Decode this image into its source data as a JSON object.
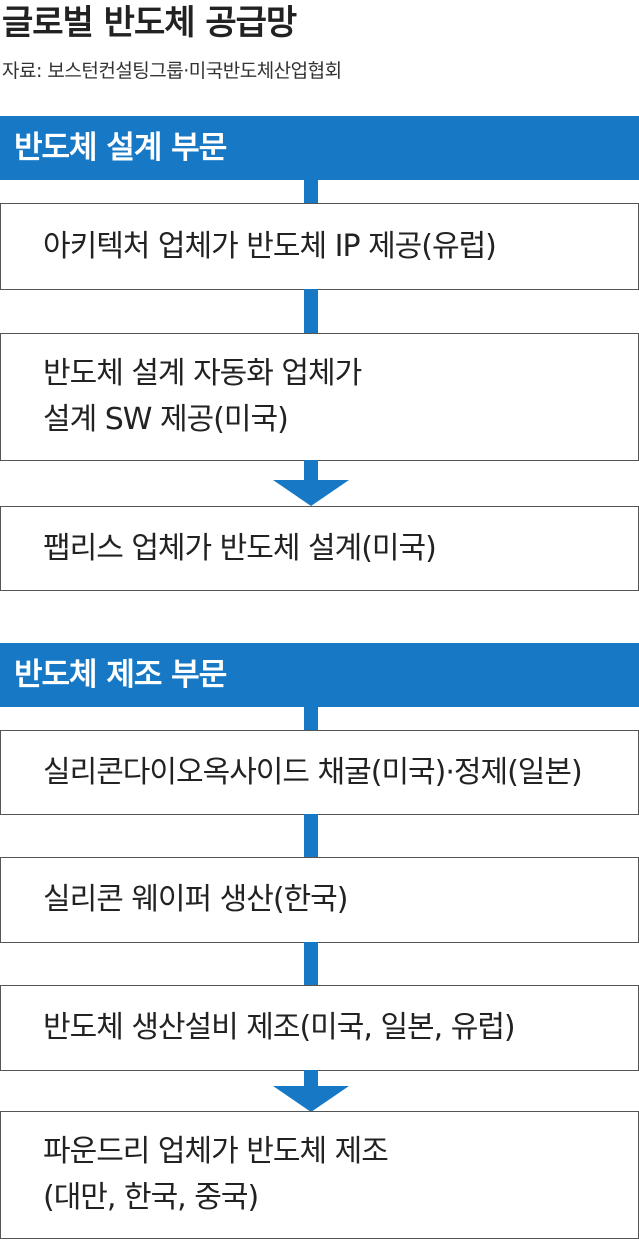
{
  "title": "글로벌 반도체 공급망",
  "source": "자료: 보스턴컨설팅그룹·미국반도체산업협회",
  "sections": [
    {
      "header": "반도체 설계 부문",
      "boxes": [
        "아키텍처 업체가 반도체 IP 제공(유럽)",
        "반도체 설계 자동화 업체가\n설계 SW 제공(미국)",
        "팹리스 업체가 반도체 설계(미국)"
      ]
    },
    {
      "header": "반도체 제조 부문",
      "boxes": [
        "실리콘다이오옥사이드 채굴(미국)·정제(일본)",
        "실리콘 웨이퍼 생산(한국)",
        "반도체 생산설비 제조(미국, 일본, 유럽)",
        "파운드리 업체가 반도체 제조\n(대만, 한국, 중국)"
      ]
    }
  ],
  "colors": {
    "accent": "#1779c6",
    "box_border": "#555555"
  }
}
